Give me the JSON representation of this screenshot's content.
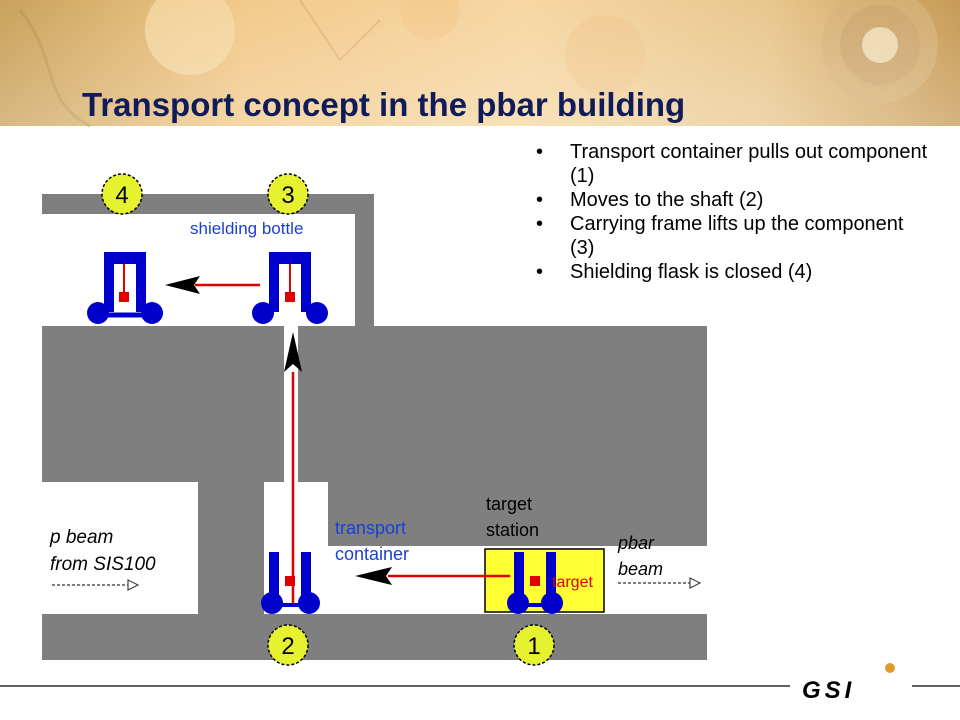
{
  "slide": {
    "title": "Transport concept in the pbar building",
    "bullets": [
      "Transport container pulls out component (1)",
      " Moves to the shaft (2)",
      "Carrying frame lifts up the component (3)",
      "Shielding flask is closed (4)"
    ]
  },
  "diagram": {
    "labels": {
      "shielding_bottle": "shielding bottle",
      "p_beam_line1": "p beam",
      "p_beam_line2": "from SIS100",
      "transport_line1": "transport",
      "transport_line2": "container",
      "target_station_line1": "target",
      "target_station_line2": "station",
      "target": "target",
      "pbar_line1": "pbar",
      "pbar_line2": "beam"
    },
    "step_markers": [
      "4",
      "3",
      "2",
      "1"
    ]
  },
  "logo": {
    "text": "GSI"
  },
  "colors": {
    "title": "#101c5a",
    "wall": "#7f7f7f",
    "frame": "#0000cc",
    "component": "#e00000",
    "arrow": "#e00000",
    "marker": "#e6f230",
    "target_box": "#ffff33",
    "label_blue": "#1a3fd6"
  }
}
